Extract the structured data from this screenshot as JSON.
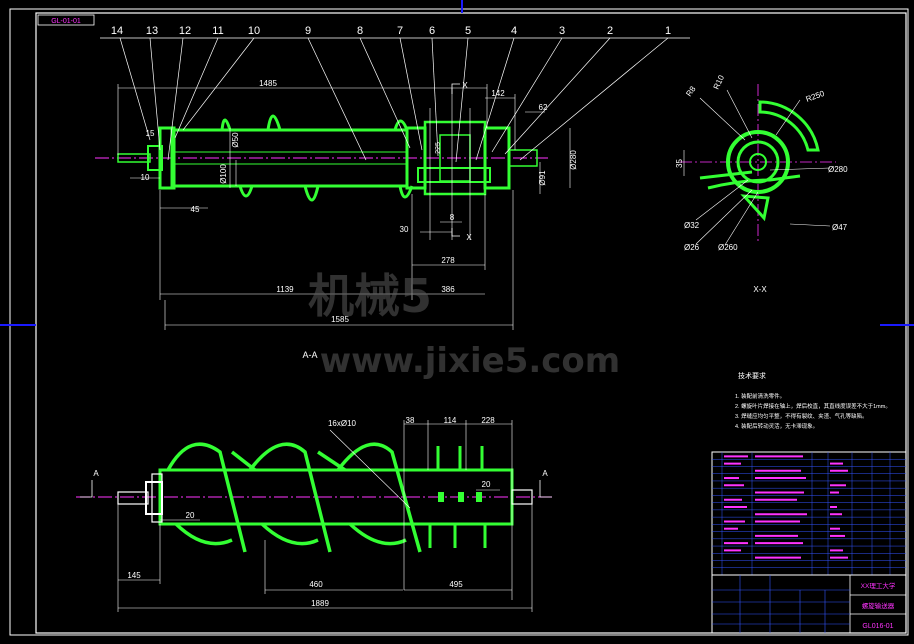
{
  "colors": {
    "background": "#000000",
    "frame": "#ffffff",
    "part_green": "#33ff33",
    "border_blue": "#1a1aff",
    "centerline_magenta": "#ff33ff",
    "dim_cyan": "#33ffff",
    "table_blue": "#3355ff",
    "watermark": "#5a5a5a"
  },
  "drawing_number_top": "GL-01-01",
  "balloons": [
    "14",
    "13",
    "12",
    "11",
    "10",
    "9",
    "8",
    "7",
    "6",
    "5",
    "4",
    "3",
    "2",
    "1"
  ],
  "top_view": {
    "dims": {
      "overall_top": "1485",
      "d142": "142",
      "d62": "62",
      "d280": "Ø280",
      "d50": "Ø50",
      "d100": "Ø100",
      "d91": "Ø91",
      "d225": "225",
      "d10": "10",
      "d15": "15",
      "d45": "45",
      "d8": "8",
      "d30": "30",
      "d278": "278",
      "d1139": "1139",
      "d386": "386",
      "d1585": "1585"
    },
    "section_mark": "X",
    "section_label": "A-A"
  },
  "side_view": {
    "label": "X-X",
    "dims": {
      "r250": "R250",
      "d280": "Ø280",
      "d47": "Ø47",
      "d32": "Ø32",
      "d26": "Ø26",
      "d260": "Ø260",
      "d35": "35",
      "r8": "R8",
      "r10": "R10"
    }
  },
  "front_view": {
    "hole_note": "16xØ10",
    "section_arrow": "A",
    "dims": {
      "d38": "38",
      "d114": "114",
      "d228": "228",
      "d20_left": "20",
      "d20_right": "20",
      "d145": "145",
      "d460": "460",
      "d495": "495",
      "d1889": "1889"
    }
  },
  "tech_req": {
    "title": "技术要求",
    "items": [
      "1. 装配前清洗零件。",
      "2. 螺旋叶片焊接在轴上，焊后校直，其直线度误差不大于1mm。",
      "3. 焊缝应均匀平整，不得有裂纹、夹渣、气孔等缺陷。",
      "4. 装配后转动灵活，无卡滞现象。"
    ]
  },
  "title_block": {
    "school": "XX理工大学",
    "drawing_name": "螺旋输送器",
    "drawing_number": "GL016-01",
    "rows": 17
  },
  "watermark": {
    "cn": "机械5",
    "url": "www.jixie5.com"
  }
}
